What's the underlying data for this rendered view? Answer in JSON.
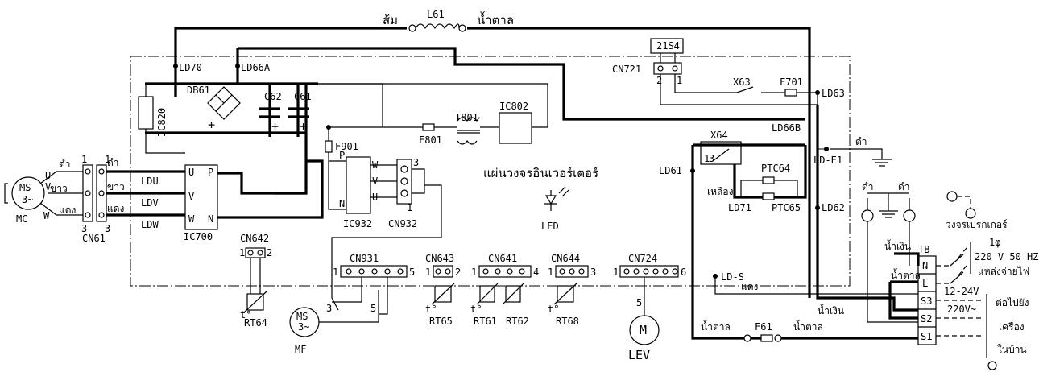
{
  "labels": {
    "l61": "L61",
    "orange": "ส้ม",
    "brown": "น้ำตาล",
    "s21s4": "21S4",
    "cn721": "CN721",
    "pin2": "2",
    "pin1": "1",
    "x63": "X63",
    "f701": "F701",
    "ld63": "LD63",
    "ld70": "LD70",
    "ld66a": "LD66A",
    "db61": "DB61",
    "c62": "C62",
    "c61": "C61",
    "ic820": "IC820",
    "t801": "T801",
    "ic802": "IC802",
    "f801": "F801",
    "f901": "F901",
    "p": "P",
    "n": "N",
    "w": "W",
    "v": "V",
    "u": "U",
    "ic932": "IC932",
    "cn932": "CN932",
    "ic700": "IC700",
    "x64": "X64",
    "ld66b": "LD66B",
    "ld61": "LD61",
    "ptc64": "PTC64",
    "ptc65": "PTC65",
    "yellow": "เหลือง",
    "ld71": "LD71",
    "lde1": "LD-E1",
    "black": "ดำ",
    "ld62": "LD62",
    "board": "แผ่นวงจรอินเวอร์เตอร์",
    "led": "LED",
    "ldu": "LDU",
    "ldv": "LDV",
    "ldw": "LDW",
    "white": "ขาว",
    "red": "แดง",
    "cn61": "CN61",
    "mc": "MC",
    "ms": "MS",
    "three": "3~",
    "mf": "MF",
    "cn642": "CN642",
    "rt64": "RT64",
    "cn931": "CN931",
    "cn643": "CN643",
    "cn641": "CN641",
    "cn644": "CN644",
    "cn724": "CN724",
    "rt65": "RT65",
    "rt61": "RT61",
    "rt62": "RT62",
    "rt68": "RT68",
    "m": "M",
    "lev": "LEV",
    "lds": "LD-S",
    "f61": "F61",
    "blue": "น้ำเงิน",
    "tb": "TB",
    "s1": "S1",
    "s2": "S2",
    "s3": "S3",
    "l": "L",
    "breaker": "วงจรเบรกเกอร์",
    "phase": "1φ",
    "volt": "220 V 50 HZ",
    "supply": "แหล่งจ่ายไฟ",
    "v1224": "12-24V",
    "v220": "220V~",
    "connect1": "ต่อไปยัง",
    "connect2": "เครื่อง",
    "connect3": "ในบ้าน",
    "n1": "1",
    "n2": "2",
    "n3": "3",
    "n4": "4",
    "n5": "5",
    "n6": "6",
    "t": "t°",
    "plus": "+"
  }
}
